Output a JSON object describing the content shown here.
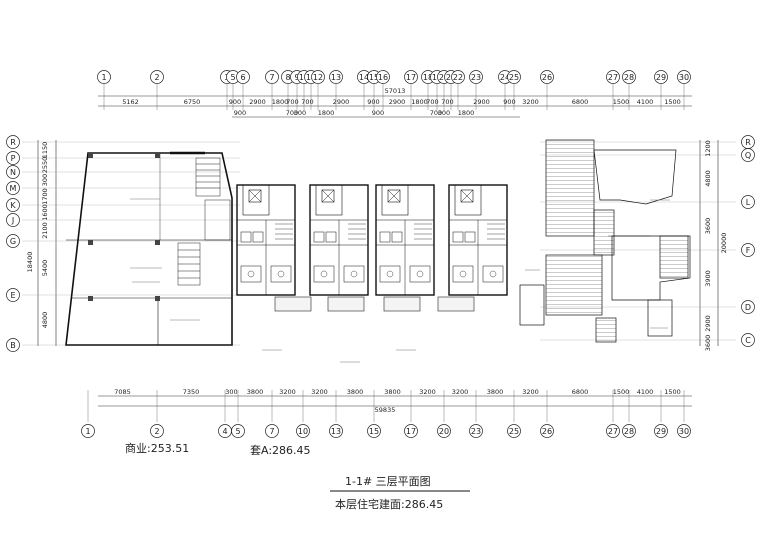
{
  "grid_top": [
    "1",
    "2",
    "3",
    "5",
    "6",
    "7",
    "8",
    "9",
    "10",
    "11",
    "12",
    "13",
    "14",
    "15",
    "16",
    "17",
    "18",
    "19",
    "20",
    "21",
    "22",
    "23",
    "24",
    "25",
    "26",
    "27",
    "28",
    "29",
    "30"
  ],
  "grid_bottom": [
    "1",
    "2",
    "4",
    "5",
    "7",
    "10",
    "13",
    "15",
    "17",
    "20",
    "23",
    "25",
    "26",
    "27",
    "28",
    "29",
    "30"
  ],
  "grid_rows_left": [
    "R",
    "P",
    "N",
    "M",
    "K",
    "J",
    "G",
    "E",
    "B"
  ],
  "grid_rows_right": [
    "R",
    "Q",
    "L",
    "F",
    "D",
    "C"
  ],
  "dims_top_outer": [
    "5162",
    "6750",
    "900",
    "2900",
    "1800",
    "700",
    "700",
    "2900",
    "900",
    "2900",
    "1800",
    "700",
    "700",
    "2900",
    "900",
    "3200",
    "6800",
    "1500",
    "4100",
    "1500"
  ],
  "dims_top_inner": [
    "900",
    "700",
    "300",
    "1800",
    "900",
    "700",
    "300",
    "1800"
  ],
  "total_top": "57013",
  "dims_bottom": [
    "7085",
    "7350",
    "300",
    "3800",
    "3200",
    "3200",
    "3800",
    "3800",
    "3200",
    "3200",
    "3800",
    "3200",
    "6800",
    "1500",
    "4100",
    "1500"
  ],
  "total_bottom": "59835",
  "dims_left": [
    "1150",
    "2550",
    "300",
    "1700",
    "1600",
    "2100",
    "5400",
    "4800"
  ],
  "total_left": "18400",
  "dims_right": [
    "1200",
    "4800",
    "3600",
    "3900",
    "2900",
    "3600"
  ],
  "total_right": "20000",
  "labels": {
    "commercial_area": "商业:253.51",
    "unit_area": "套A:286.45",
    "title": "1-1# 三层平面图",
    "floor_area": "本层住宅建面:286.45"
  }
}
